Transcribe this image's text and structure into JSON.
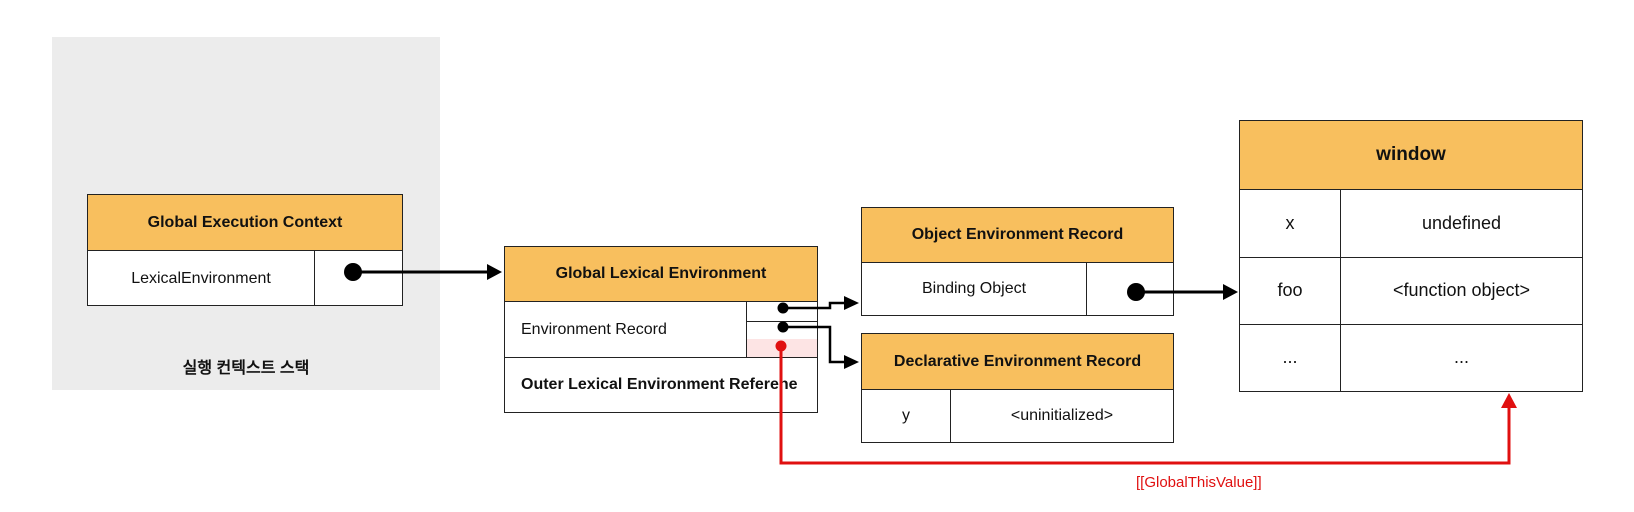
{
  "stack": {
    "caption": "실행 컨텍스트 스택"
  },
  "gec": {
    "title": "Global Execution Context",
    "field": "LexicalEnvironment"
  },
  "gle": {
    "title": "Global Lexical Environment",
    "record_label": "Environment Record",
    "outer_label": "Outer Lexical Environment Referene"
  },
  "oer": {
    "title": "Object  Environment Record",
    "field": "Binding Object"
  },
  "der": {
    "title": "Declarative Environment Record",
    "key": "y",
    "value": "<uninitialized>"
  },
  "window": {
    "title": "window",
    "rows": [
      {
        "key": "x",
        "value": "undefined"
      },
      {
        "key": "foo",
        "value": "<function object>"
      },
      {
        "key": "...",
        "value": "..."
      }
    ]
  },
  "global_this_label": "[[GlobalThisValue]]",
  "colors": {
    "header": "#f8bf5e",
    "stack_bg": "#ececec",
    "accent_red": "#e01010",
    "slot_pink": "#fde4e4"
  }
}
